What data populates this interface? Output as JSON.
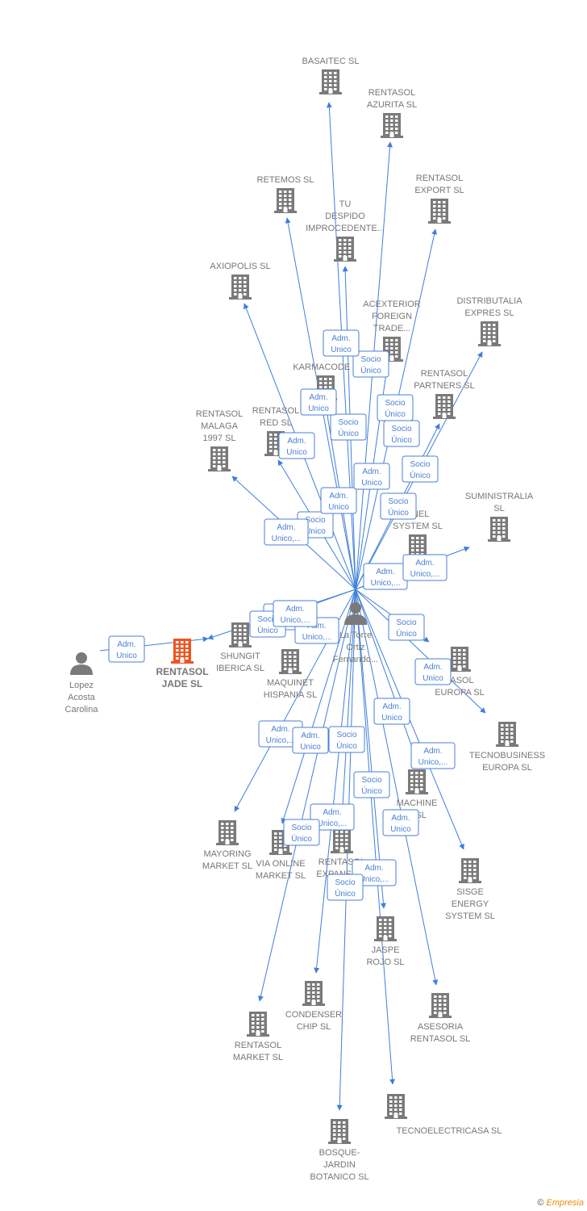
{
  "colors": {
    "edge": "#3f7fdc",
    "building": "#7a7a7a",
    "building_focus": "#ee5522",
    "person": "#7a7a7a",
    "label": "#777777",
    "role_border": "#4a7fd4"
  },
  "icons": {
    "company": "building-icon",
    "person": "person-icon"
  },
  "focus_company": "RENTASOL JADE SL",
  "nodes": [
    {
      "id": "basaitec",
      "type": "company",
      "lines": [
        "BASAITEC  SL"
      ]
    },
    {
      "id": "azurita",
      "type": "company",
      "lines": [
        "RENTASOL",
        "AZURITA  SL"
      ]
    },
    {
      "id": "retemos",
      "type": "company",
      "lines": [
        "RETEMOS  SL"
      ]
    },
    {
      "id": "export",
      "type": "company",
      "lines": [
        "RENTASOL",
        "EXPORT  SL"
      ]
    },
    {
      "id": "tudespido",
      "type": "company",
      "lines": [
        "TU",
        "DESPIDO",
        "IMPROCEDENTE..."
      ]
    },
    {
      "id": "axiopolis",
      "type": "company",
      "lines": [
        "AXIOPOLIS SL"
      ]
    },
    {
      "id": "distributalia",
      "type": "company",
      "lines": [
        "DISTRIBUTALIA",
        "EXPRES  SL"
      ]
    },
    {
      "id": "acexterior",
      "type": "company",
      "lines": [
        "ACEXTERIOR",
        "FOREIGN",
        "TRADE..."
      ]
    },
    {
      "id": "karmacode",
      "type": "company",
      "lines": [
        "KARMACODE S"
      ]
    },
    {
      "id": "partners",
      "type": "company",
      "lines": [
        "RENTASOL",
        "PARTNERS  SL"
      ]
    },
    {
      "id": "malaga",
      "type": "company",
      "lines": [
        "RENTASOL",
        "MALAGA",
        "1997  SL"
      ]
    },
    {
      "id": "red",
      "type": "company",
      "lines": [
        "RENTASOL",
        "RED  SL"
      ]
    },
    {
      "id": "suministralia",
      "type": "company",
      "lines": [
        "SUMINISTRALIA",
        "SL"
      ]
    },
    {
      "id": "enel",
      "type": "company",
      "lines": [
        "ENEL",
        "SYSTEM  SL"
      ]
    },
    {
      "id": "jade",
      "type": "company",
      "focus": true,
      "lines": [
        "RENTASOL",
        "JADE  SL"
      ]
    },
    {
      "id": "shungit",
      "type": "company",
      "lines": [
        "SHUNGIT",
        "IBERICA  SL"
      ]
    },
    {
      "id": "maquinet",
      "type": "company",
      "lines": [
        "MAQUINET",
        "HISPANIA  SL"
      ]
    },
    {
      "id": "europa",
      "type": "company",
      "lines": [
        "TASOL",
        "EUROPA  SL"
      ]
    },
    {
      "id": "tecnobusiness",
      "type": "company",
      "lines": [
        "TECNOBUSINESS",
        "EUROPA SL"
      ]
    },
    {
      "id": "machine",
      "type": "company",
      "lines": [
        "MACHINE",
        "E SL"
      ]
    },
    {
      "id": "mayoring",
      "type": "company",
      "lines": [
        "MAYORING",
        "MARKET  SL"
      ]
    },
    {
      "id": "viaonline",
      "type": "company",
      "lines": [
        "VIA ONLINE",
        "MARKET SL"
      ]
    },
    {
      "id": "expansion",
      "type": "company",
      "lines": [
        "RENTASOL",
        "EXPANSION"
      ]
    },
    {
      "id": "sisge",
      "type": "company",
      "lines": [
        "SISGE",
        "ENERGY",
        "SYSTEM  SL"
      ]
    },
    {
      "id": "jaspe",
      "type": "company",
      "lines": [
        "JASPE",
        "ROJO  SL"
      ]
    },
    {
      "id": "condenser",
      "type": "company",
      "lines": [
        "CONDENSER",
        "CHIP SL"
      ]
    },
    {
      "id": "asesoria",
      "type": "company",
      "lines": [
        "ASESORIA",
        "RENTASOL SL"
      ]
    },
    {
      "id": "market",
      "type": "company",
      "lines": [
        "RENTASOL",
        "MARKET  SL"
      ]
    },
    {
      "id": "tecnoelectricasa",
      "type": "company",
      "lines": [
        "TECNOELECTRICASA SL"
      ]
    },
    {
      "id": "bosque",
      "type": "company",
      "lines": [
        "BOSQUE-",
        "JARDIN",
        "BOTANICO SL"
      ]
    },
    {
      "id": "latorre",
      "type": "person",
      "lines": [
        "La Torre",
        "Ortiz",
        "Fernando..."
      ]
    },
    {
      "id": "lopez",
      "type": "person",
      "lines": [
        "Lopez",
        "Acosta",
        "Carolina"
      ]
    }
  ],
  "edges": [
    {
      "from": "lopez",
      "to": "jade"
    },
    {
      "from": "latorre",
      "to": "basaitec"
    },
    {
      "from": "latorre",
      "to": "azurita"
    },
    {
      "from": "latorre",
      "to": "retemos"
    },
    {
      "from": "latorre",
      "to": "export"
    },
    {
      "from": "latorre",
      "to": "tudespido"
    },
    {
      "from": "latorre",
      "to": "axiopolis"
    },
    {
      "from": "latorre",
      "to": "distributalia"
    },
    {
      "from": "latorre",
      "to": "acexterior"
    },
    {
      "from": "latorre",
      "to": "karmacode"
    },
    {
      "from": "latorre",
      "to": "partners"
    },
    {
      "from": "latorre",
      "to": "malaga"
    },
    {
      "from": "latorre",
      "to": "red"
    },
    {
      "from": "latorre",
      "to": "suministralia"
    },
    {
      "from": "latorre",
      "to": "enel"
    },
    {
      "from": "latorre",
      "to": "jade"
    },
    {
      "from": "latorre",
      "to": "shungit"
    },
    {
      "from": "latorre",
      "to": "europa"
    },
    {
      "from": "latorre",
      "to": "tecnobusiness"
    },
    {
      "from": "latorre",
      "to": "machine"
    },
    {
      "from": "latorre",
      "to": "mayoring"
    },
    {
      "from": "latorre",
      "to": "viaonline"
    },
    {
      "from": "latorre",
      "to": "expansion"
    },
    {
      "from": "latorre",
      "to": "sisge"
    },
    {
      "from": "latorre",
      "to": "jaspe"
    },
    {
      "from": "latorre",
      "to": "condenser"
    },
    {
      "from": "latorre",
      "to": "asesoria"
    },
    {
      "from": "latorre",
      "to": "market"
    },
    {
      "from": "latorre",
      "to": "tecnoelectricasa"
    },
    {
      "from": "latorre",
      "to": "bosque"
    }
  ],
  "role_labels": [
    {
      "lines": [
        "Adm.",
        "Unico"
      ]
    },
    {
      "lines": [
        "Adm.",
        "Unico,..."
      ]
    },
    {
      "lines": [
        "Socio",
        "Único"
      ]
    },
    {
      "lines": [
        "Adm.",
        "Unico,..."
      ]
    },
    {
      "lines": [
        "Socio",
        "Único"
      ]
    },
    {
      "lines": [
        "Socio",
        "Único"
      ]
    },
    {
      "lines": [
        "Socio",
        "Único"
      ]
    },
    {
      "lines": [
        "Adm.",
        "Unico"
      ]
    },
    {
      "lines": [
        "Socio",
        "Único"
      ]
    },
    {
      "lines": [
        "Adm.",
        "Unico"
      ]
    },
    {
      "lines": [
        "Socio",
        "Único"
      ]
    },
    {
      "lines": [
        "Adm.",
        "Unico"
      ]
    },
    {
      "lines": [
        "Socio",
        "Único"
      ]
    },
    {
      "lines": [
        "Adm.",
        "Unico,..."
      ]
    },
    {
      "lines": [
        "Socio",
        "Único"
      ]
    },
    {
      "lines": [
        "Adm.",
        "Unico,..."
      ]
    },
    {
      "lines": [
        "Adm.",
        "Unico,..."
      ]
    },
    {
      "lines": [
        "Adm.",
        "Unico,..."
      ]
    },
    {
      "lines": [
        "Adm.",
        "Unico,..."
      ]
    },
    {
      "lines": [
        "Socio",
        "Único"
      ]
    },
    {
      "lines": [
        "Socio",
        "Único"
      ]
    },
    {
      "lines": [
        "Adm.",
        "Unico"
      ]
    },
    {
      "lines": [
        "Adm.",
        "Unico"
      ]
    },
    {
      "lines": [
        "Adm.",
        "Unico,..."
      ]
    },
    {
      "lines": [
        "Adm.",
        "Unico"
      ]
    },
    {
      "lines": [
        "Socio",
        "Único"
      ]
    },
    {
      "lines": [
        "Adm.",
        "Unico,..."
      ]
    },
    {
      "lines": [
        "Socio",
        "Único"
      ]
    },
    {
      "lines": [
        "Adm.",
        "Unico"
      ]
    },
    {
      "lines": [
        "Adm.",
        "Unico,..."
      ]
    },
    {
      "lines": [
        "Socio",
        "Único"
      ]
    },
    {
      "lines": [
        "Adm.",
        "Unico"
      ]
    },
    {
      "lines": [
        "Adm.",
        "Unico"
      ]
    }
  ],
  "footer": {
    "copyright": "©",
    "brand": "Empresia"
  }
}
